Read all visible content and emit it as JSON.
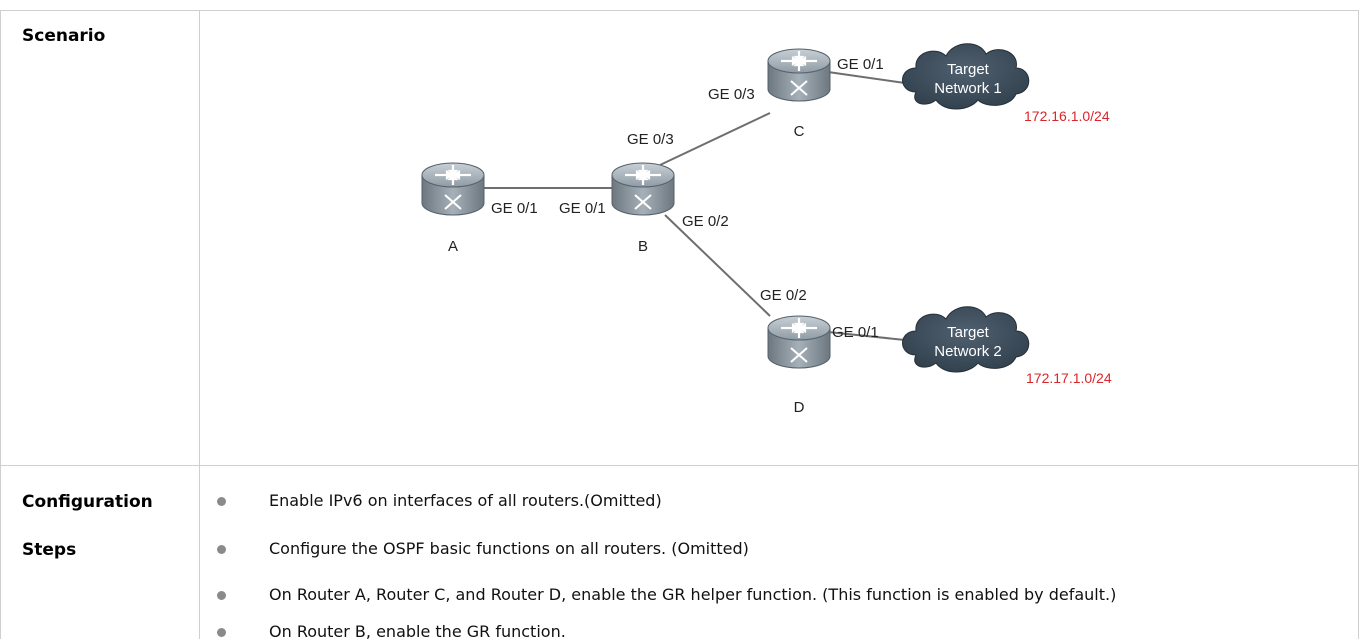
{
  "rows": {
    "scenario_label": "Scenario",
    "config_label_line1": "Configuration",
    "config_label_line2": "Steps"
  },
  "diagram": {
    "routers": [
      {
        "id": "A",
        "label": "A"
      },
      {
        "id": "B",
        "label": "B"
      },
      {
        "id": "C",
        "label": "C"
      },
      {
        "id": "D",
        "label": "D"
      }
    ],
    "links": [
      {
        "from": "A",
        "to": "B",
        "from_port": "GE 0/1",
        "to_port": "GE 0/1"
      },
      {
        "from": "B",
        "to": "C",
        "from_port": "GE 0/3",
        "to_port": "GE 0/3"
      },
      {
        "from": "B",
        "to": "D",
        "from_port": "GE 0/2",
        "to_port": "GE 0/2"
      },
      {
        "from": "C",
        "to": "Network1",
        "from_port": "GE 0/1",
        "to_port": ""
      },
      {
        "from": "D",
        "to": "Network2",
        "from_port": "GE 0/1",
        "to_port": ""
      }
    ],
    "networks": [
      {
        "line1": "Target",
        "line2": "Network 1",
        "subnet": "172.16.1.0/24"
      },
      {
        "line1": "Target",
        "line2": "Network 2",
        "subnet": "172.17.1.0/24"
      }
    ],
    "colors": {
      "router_body": "#8f9ba5",
      "cloud": "#3a4a57",
      "subnet_text": "#d9262b",
      "link": "#6e6e6e"
    }
  },
  "steps": [
    "Enable IPv6 on interfaces of all routers.(Omitted)",
    "Configure the OSPF basic functions on all routers. (Omitted)",
    "On Router A, Router C, and Router D, enable the GR helper function. (This function is enabled by default.)",
    "On Router B, enable the GR function."
  ]
}
